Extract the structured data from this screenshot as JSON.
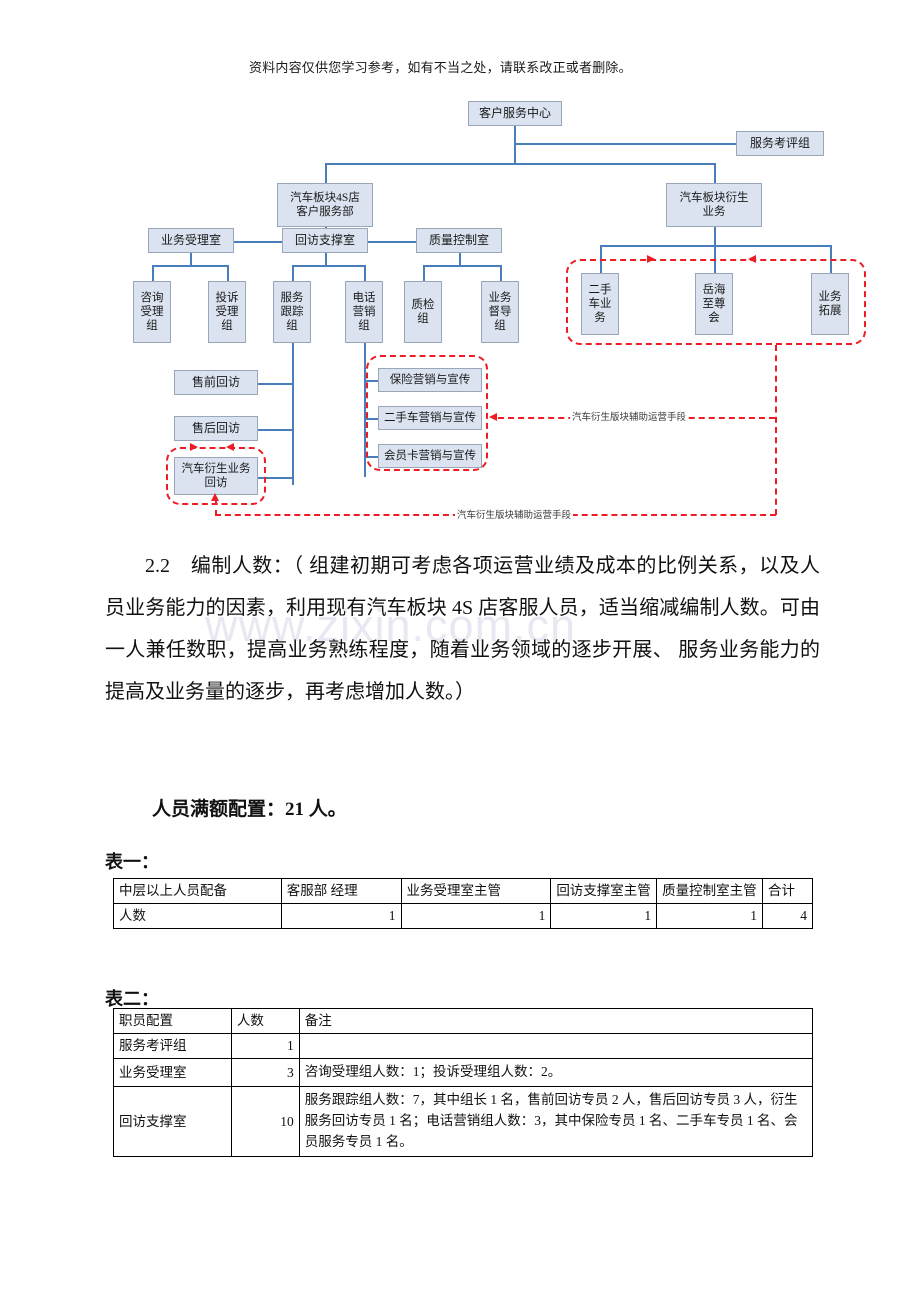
{
  "header": {
    "note": "资料内容仅供您学习参考，如有不当之处，请联系改正或者删除。"
  },
  "watermark": {
    "text": "www.zixin.com.cn"
  },
  "chart": {
    "nodes": {
      "root": "客户服务中心",
      "eval_group": "服务考评组",
      "dept_4s": "汽车板块4S店\n客户服务部",
      "dept_derivative": "汽车板块衍生\n业务",
      "office_business": "业务受理室",
      "office_followup": "回访支撑室",
      "office_quality": "质量控制室",
      "group_consult": "咨询\n受理\n组",
      "group_complaint": "投诉\n受理\n组",
      "group_service_track": "服务\n跟踪\n组",
      "group_telemarketing": "电话\n营销\n组",
      "group_inspection": "质检\n组",
      "group_supervision": "业务\n督导\n组",
      "used_car_business": "二手\n车业\n务",
      "yuehai_club": "岳海\n至尊\n会",
      "business_expand": "业务\n拓展",
      "presale_visit": "售前回访",
      "aftersale_visit": "售后回访",
      "derivative_visit": "汽车衍生业务\n回访",
      "insurance_marketing": "保险营销与宣传",
      "usedcar_marketing": "二手车营销与宣传",
      "membercard_marketing": "会员卡营销与宣传"
    },
    "annotations": {
      "aux_means_right": "汽车衍生版块辅助运营手段",
      "aux_means_bottom": "汽车衍生版块辅助运营手段"
    },
    "colors": {
      "node_fill": "#dbe3f0",
      "node_border": "#9aa7bb",
      "connector": "#4a7ebb",
      "dashed": "#ee1c25"
    }
  },
  "body": {
    "section_number": "2.2",
    "section_title": "编制人数",
    "paragraph": "2.2　编制人数：（ 组建初期可考虑各项运营业绩及成本的比例关系，以及人员业务能力的因素，利用现有汽车板块 4S 店客服人员，适当缩减编制人数。可由一人兼任数职，提高业务熟练程度，随着业务领域的逐步开展、 服务业务能力的提高及业务量的逐步，再考虑增加人数。）",
    "allotment": "人员满额配置：21 人。",
    "table_one_caption": "表一：",
    "table_two_caption": "表二："
  },
  "table_one": {
    "headers": [
      "中层以上人员配备",
      "客服部 经理",
      "业务受理室主管",
      "回访支撑室主管",
      "质量控制室主管",
      "合计"
    ],
    "rows": [
      {
        "label": "人数",
        "values": [
          "1",
          "1",
          "1",
          "1",
          "4"
        ]
      }
    ]
  },
  "table_two": {
    "headers": [
      "职员配置",
      "人数",
      "备注"
    ],
    "rows": [
      {
        "position": "服务考评组",
        "count": "1",
        "note": ""
      },
      {
        "position": "业务受理室",
        "count": "3",
        "note": "咨询受理组人数：1；投诉受理组人数：2。"
      },
      {
        "position": "回访支撑室",
        "count": "10",
        "note": "服务跟踪组人数：7，其中组长 1 名，售前回访专员 2 人，售后回访专员 3 人，衍生服务回访专员 1 名；电话营销组人数：3，其中保险专员 1 名、二手车专员 1 名、会员服务专员 1 名。"
      }
    ]
  }
}
